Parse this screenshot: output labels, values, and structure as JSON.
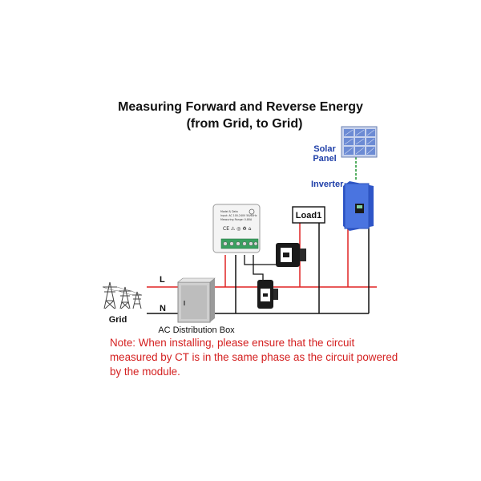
{
  "title": {
    "line1": "Measuring  Forward and Reverse Energy",
    "line2": "(from Grid, to Grid)"
  },
  "labels": {
    "solar_panel_1": "Solar",
    "solar_panel_2": "Panel",
    "inverter": "Inverter",
    "load": "Load1",
    "line_l": "L",
    "line_n": "N",
    "grid": "Grid",
    "distribution_box": "AC Distribution Box"
  },
  "module": {
    "text_lines": [
      "Model & Data",
      "Input: AC 100-240V 50/60Hz",
      "Measuring Range: 0-80A"
    ],
    "marks": "CE ⚠ ◎ ♻ ⌂"
  },
  "note": "Note: When installing, please ensure that the circuit measured by CT is in the same phase as the circuit powered by the module.",
  "colors": {
    "live": "#e02424",
    "neutral": "#111111",
    "inverter": "#3b64d8",
    "solar": "#8aa0d0",
    "ground": "#2a9a3a",
    "note": "#d42020",
    "label_blue": "#1f3fa8"
  },
  "icons": [
    "pylon-icon",
    "solar-panel-icon",
    "inverter-icon",
    "ct-clamp-icon",
    "energy-meter-module-icon",
    "distribution-box-icon"
  ]
}
